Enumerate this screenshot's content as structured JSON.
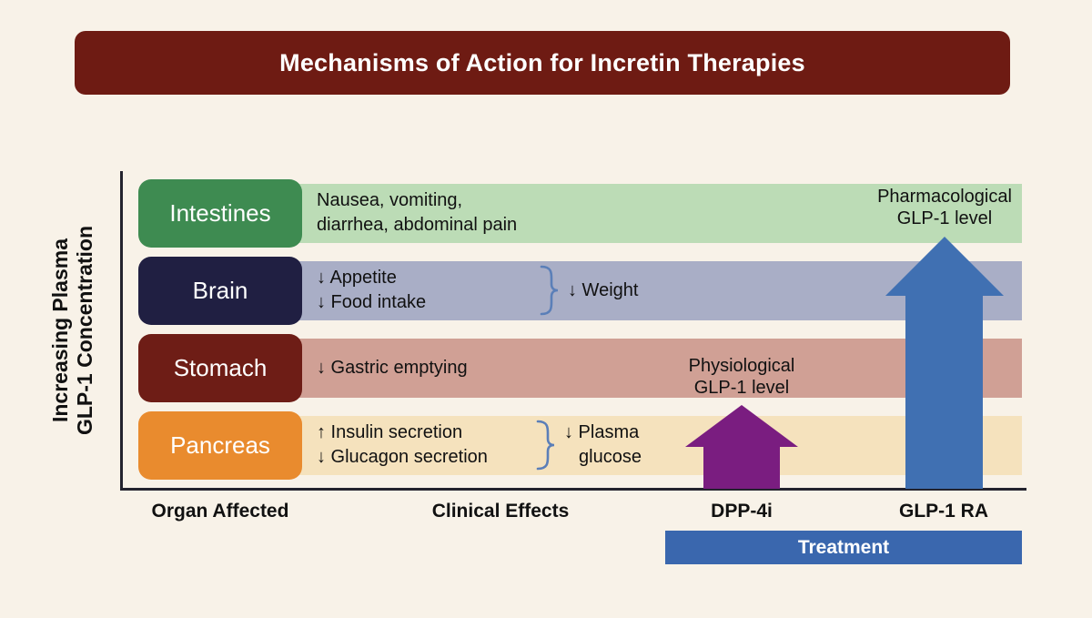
{
  "title": "Mechanisms of Action for Incretin Therapies",
  "y_axis_label": {
    "line1": "Increasing Plasma",
    "line2": "GLP-1 Concentration"
  },
  "columns": {
    "organ": "Organ Affected",
    "effects": "Clinical Effects"
  },
  "rows": [
    {
      "organ": "Intestines",
      "effect_line1": "Nausea, vomiting,",
      "effect_line2": "diarrhea, abdominal pain",
      "box_color": "#3e8b51",
      "band_color": "#bcdcb6"
    },
    {
      "organ": "Brain",
      "effect_line1": "↓ Appetite",
      "effect_line2": "↓ Food intake",
      "result": "↓ Weight",
      "box_color": "#201f42",
      "band_color": "#a9aec6"
    },
    {
      "organ": "Stomach",
      "effect_line1": "↓ Gastric emptying",
      "box_color": "#6e1d16",
      "band_color": "#d0a095"
    },
    {
      "organ": "Pancreas",
      "effect_line1": "↑ Insulin secretion",
      "effect_line2": "↓ Glucagon secretion",
      "result_line1": "↓ Plasma",
      "result_line2": "glucose",
      "box_color": "#e98b2e",
      "band_color": "#f5e2bd"
    }
  ],
  "arrows": [
    {
      "label_line1": "Physiological",
      "label_line2": "GLP-1 level",
      "treatment": "DPP-4i",
      "color": "#7a1d80"
    },
    {
      "label_line1": "Pharmacological",
      "label_line2": "GLP-1 level",
      "treatment": "GLP-1 RA",
      "color": "#4070b2"
    }
  ],
  "treatment_bar": {
    "label": "Treatment",
    "color": "#3a67ae"
  },
  "colors": {
    "background": "#f8f2e8",
    "banner": "#6e1b13",
    "axis": "#23232e",
    "bracket": "#5b7fb8",
    "text": "#111111"
  }
}
